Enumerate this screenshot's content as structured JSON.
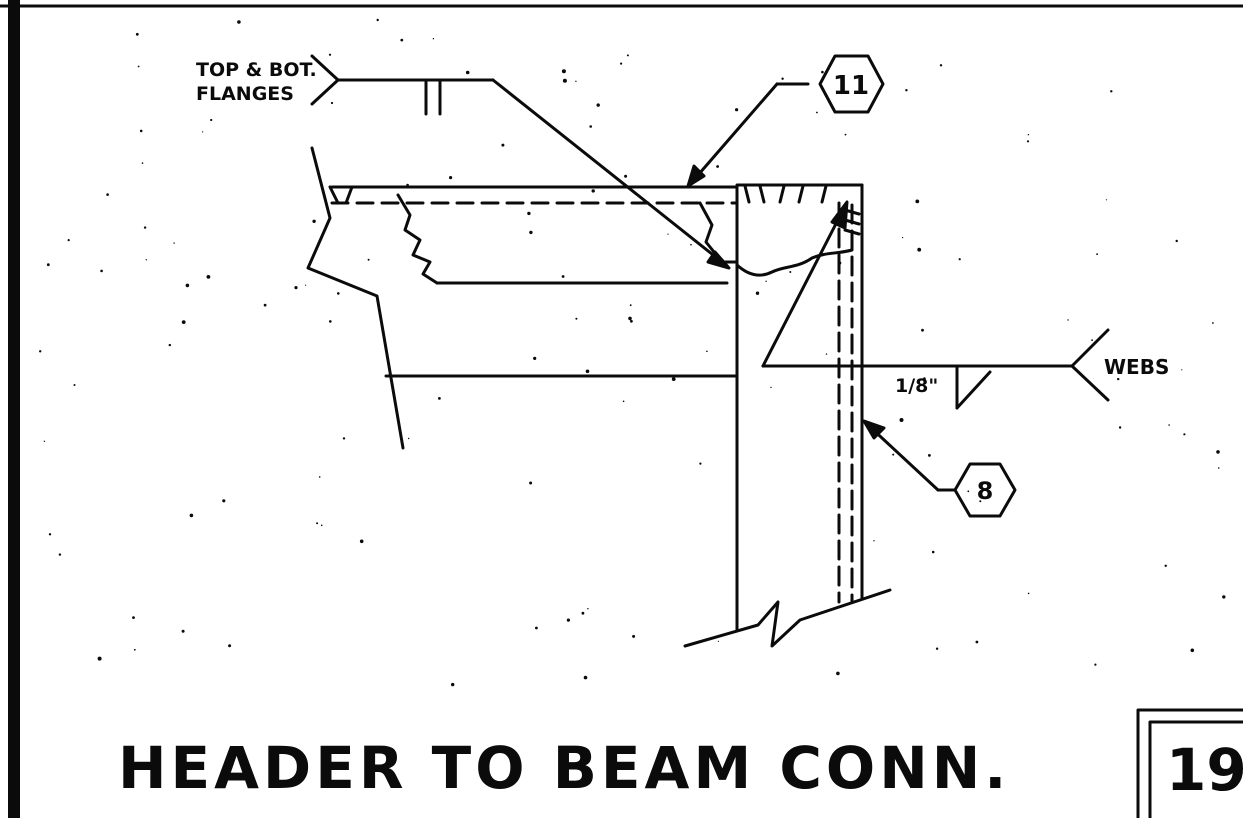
{
  "drawing": {
    "weld_note_flanges": {
      "line1": "TOP & BOT.",
      "line2": "FLANGES"
    },
    "weld_note_webs": "WEBS",
    "weld_size": "1/8\"",
    "callout_11": "11",
    "callout_8": "8",
    "title": "HEADER TO BEAM CONN.",
    "detail_number": "19"
  },
  "colors": {
    "ink": "#0b0b0b",
    "paper": "#ffffff"
  }
}
